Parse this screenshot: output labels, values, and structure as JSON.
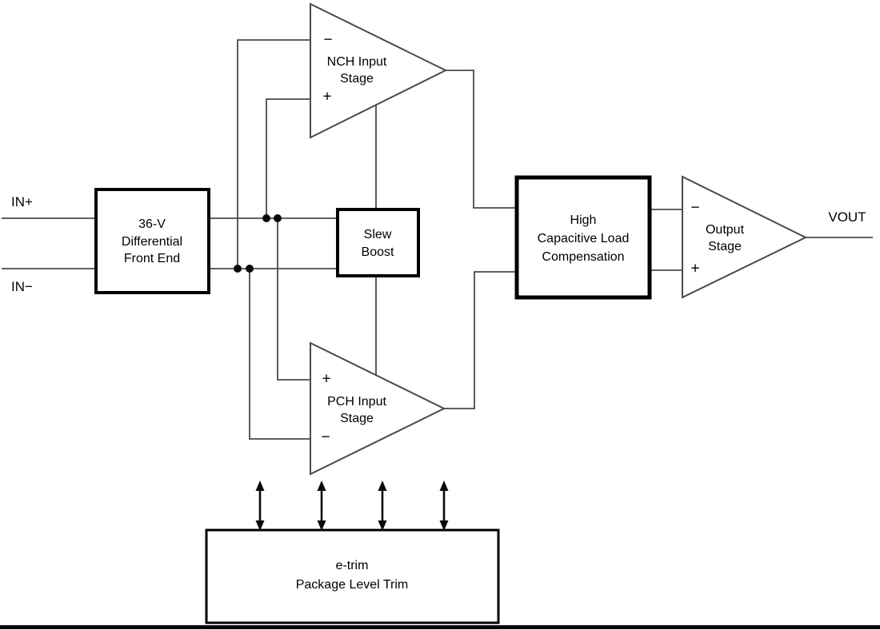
{
  "labels": {
    "in_plus": "IN+",
    "in_minus": "IN−",
    "vout": "VOUT"
  },
  "blocks": {
    "front_end": {
      "line1": "36-V",
      "line2": "Differential",
      "line3": "Front End"
    },
    "nch_input_stage": {
      "line1": "NCH Input",
      "line2": "Stage",
      "inverting_sign": "−",
      "noninverting_sign": "+"
    },
    "slew_boost": {
      "line1": "Slew",
      "line2": "Boost"
    },
    "pch_input_stage": {
      "line1": "PCH Input",
      "line2": "Stage",
      "noninverting_sign": "+",
      "inverting_sign": "−"
    },
    "high_cap_load_comp": {
      "line1": "High",
      "line2": "Capacitive Load",
      "line3": "Compensation"
    },
    "output_stage": {
      "line1": "Output",
      "line2": "Stage",
      "inverting_sign": "−",
      "noninverting_sign": "+"
    },
    "etrim": {
      "line1": "e-trim",
      "line2": "Package Level Trim"
    }
  },
  "colors": {
    "background": "#ffffff",
    "wire": "#4a4a4a",
    "block_border": "#000000",
    "text": "#000000",
    "junction_dot": "#0a0a0a",
    "trim_arrow": "#0a0a0a"
  }
}
